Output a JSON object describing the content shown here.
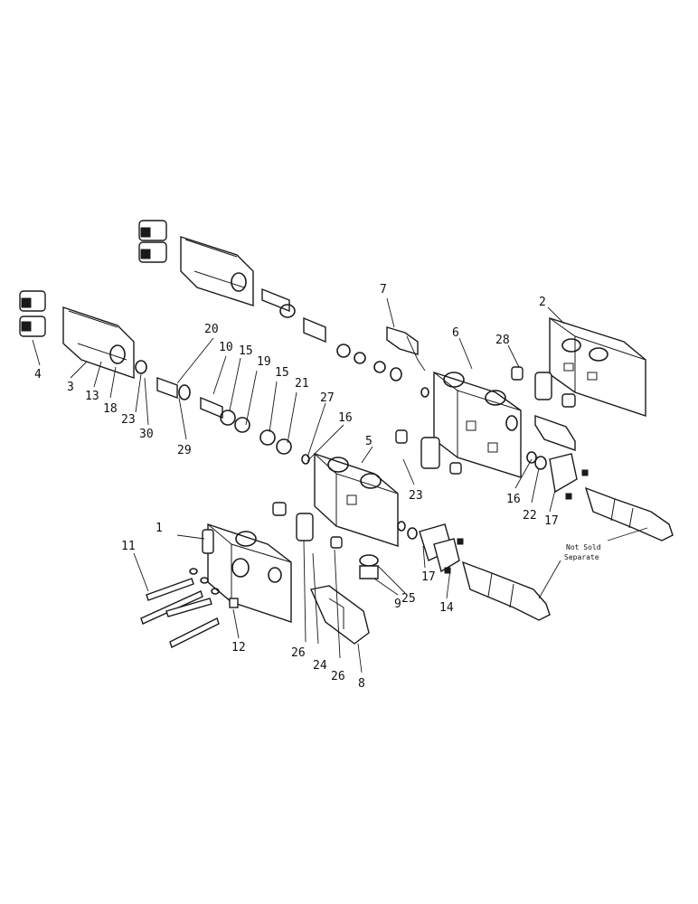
{
  "diagram": {
    "callouts": [
      "1",
      "2",
      "3",
      "4",
      "5",
      "6",
      "7",
      "8",
      "9",
      "10",
      "11",
      "12",
      "13",
      "14",
      "15",
      "15",
      "16",
      "16",
      "17",
      "17",
      "18",
      "19",
      "20",
      "21",
      "22",
      "23",
      "23",
      "24",
      "25",
      "26",
      "26",
      "27",
      "28",
      "29",
      "30"
    ],
    "note_line1": "Not Sold",
    "note_line2": "Separate"
  }
}
